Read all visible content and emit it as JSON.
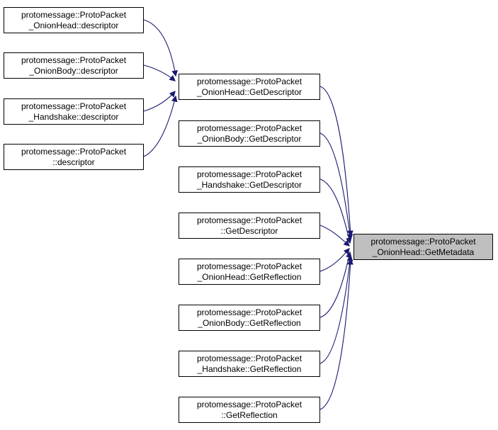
{
  "diagram": {
    "type": "call-graph",
    "colors": {
      "edge-color": "#191970",
      "node-border": "#000000",
      "node-fill": "#ffffff",
      "highlight-fill": "#bfbfbf",
      "text-color": "#000000",
      "background": "#ffffff"
    },
    "nodes": [
      {
        "id": "onionhead-descriptor",
        "line1": "protomessage::ProtoPacket",
        "line2": "_OnionHead::descriptor",
        "highlighted": false
      },
      {
        "id": "onionbody-descriptor",
        "line1": "protomessage::ProtoPacket",
        "line2": "_OnionBody::descriptor",
        "highlighted": false
      },
      {
        "id": "handshake-descriptor",
        "line1": "protomessage::ProtoPacket",
        "line2": "_Handshake::descriptor",
        "highlighted": false
      },
      {
        "id": "protopacket-descriptor",
        "line1": "protomessage::ProtoPacket",
        "line2": "::descriptor",
        "highlighted": false
      },
      {
        "id": "onionhead-getdescriptor",
        "line1": "protomessage::ProtoPacket",
        "line2": "_OnionHead::GetDescriptor",
        "highlighted": false
      },
      {
        "id": "onionbody-getdescriptor",
        "line1": "protomessage::ProtoPacket",
        "line2": "_OnionBody::GetDescriptor",
        "highlighted": false
      },
      {
        "id": "handshake-getdescriptor",
        "line1": "protomessage::ProtoPacket",
        "line2": "_Handshake::GetDescriptor",
        "highlighted": false
      },
      {
        "id": "protopacket-getdescriptor",
        "line1": "protomessage::ProtoPacket",
        "line2": "::GetDescriptor",
        "highlighted": false
      },
      {
        "id": "onionhead-getreflection",
        "line1": "protomessage::ProtoPacket",
        "line2": "_OnionHead::GetReflection",
        "highlighted": false
      },
      {
        "id": "onionbody-getreflection",
        "line1": "protomessage::ProtoPacket",
        "line2": "_OnionBody::GetReflection",
        "highlighted": false
      },
      {
        "id": "handshake-getreflection",
        "line1": "protomessage::ProtoPacket",
        "line2": "_Handshake::GetReflection",
        "highlighted": false
      },
      {
        "id": "protopacket-getreflection",
        "line1": "protomessage::ProtoPacket",
        "line2": "::GetReflection",
        "highlighted": false
      },
      {
        "id": "onionhead-getmetadata",
        "line1": "protomessage::ProtoPacket",
        "line2": "_OnionHead::GetMetadata",
        "highlighted": true
      }
    ],
    "edges": [
      {
        "from": "onionhead-descriptor",
        "to": "onionhead-getdescriptor"
      },
      {
        "from": "onionbody-descriptor",
        "to": "onionhead-getdescriptor"
      },
      {
        "from": "handshake-descriptor",
        "to": "onionhead-getdescriptor"
      },
      {
        "from": "protopacket-descriptor",
        "to": "onionhead-getdescriptor"
      },
      {
        "from": "onionhead-getdescriptor",
        "to": "onionhead-getmetadata"
      },
      {
        "from": "onionbody-getdescriptor",
        "to": "onionhead-getmetadata"
      },
      {
        "from": "handshake-getdescriptor",
        "to": "onionhead-getmetadata"
      },
      {
        "from": "protopacket-getdescriptor",
        "to": "onionhead-getmetadata"
      },
      {
        "from": "onionhead-getreflection",
        "to": "onionhead-getmetadata"
      },
      {
        "from": "onionbody-getreflection",
        "to": "onionhead-getmetadata"
      },
      {
        "from": "handshake-getreflection",
        "to": "onionhead-getmetadata"
      },
      {
        "from": "protopacket-getreflection",
        "to": "onionhead-getmetadata"
      }
    ]
  }
}
